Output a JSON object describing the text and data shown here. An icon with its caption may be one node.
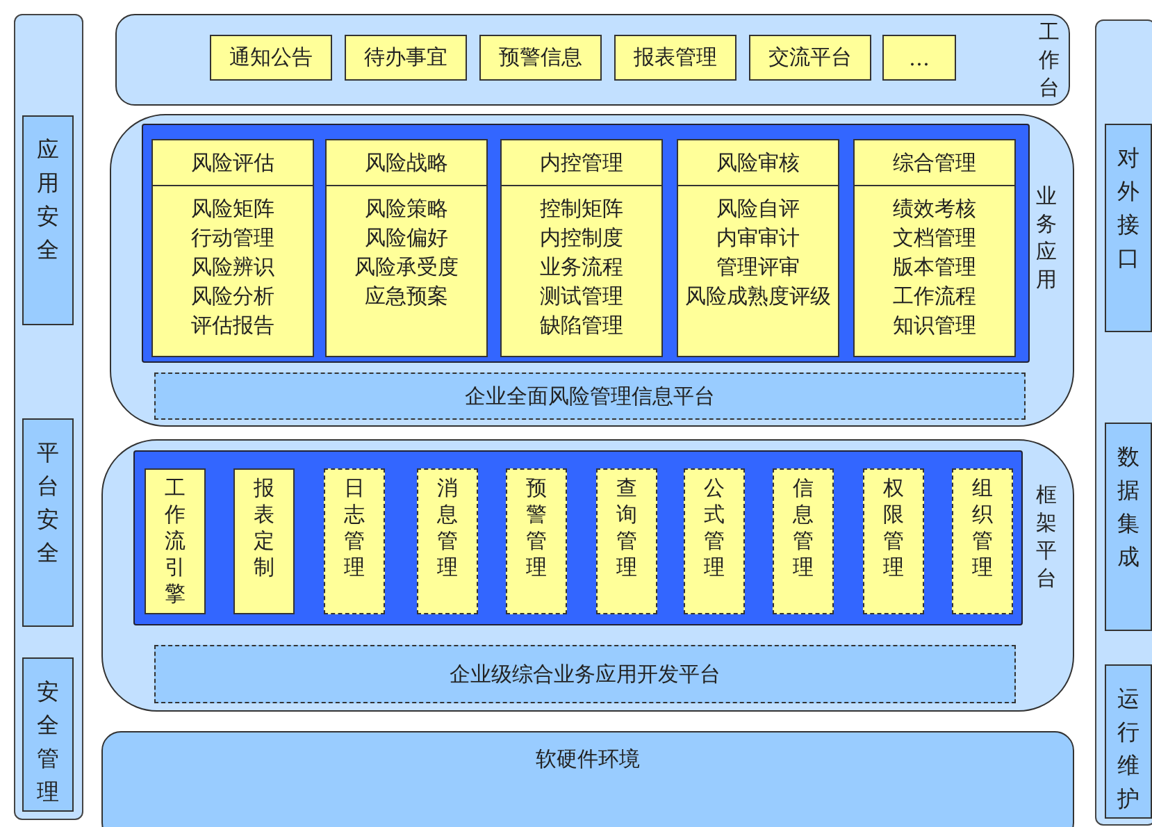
{
  "diagram": {
    "nodes": [
      {
        "text": [],
        "shape": "box"
      },
      {
        "text": [
          "应用安全"
        ],
        "in": 0
      },
      {
        "text": [
          "平台安全"
        ],
        "in": 0
      },
      {
        "text": [
          "安全管理"
        ],
        "in": 0
      },
      {
        "text": [
          "工作台"
        ]
      },
      {
        "text": [
          "通知公告"
        ],
        "in": 4
      },
      {
        "text": [
          "待办事宜"
        ],
        "in": 4
      },
      {
        "text": [
          "预警信息"
        ],
        "in": 4
      },
      {
        "text": [
          "报表管理"
        ],
        "in": 4
      },
      {
        "text": [
          "交流平台"
        ],
        "in": 4
      },
      {
        "text": [
          "…"
        ],
        "in": 4
      },
      {
        "text": [
          "业务应用"
        ]
      },
      {
        "text": [],
        "shape": "box",
        "in": 11
      },
      {
        "text": [
          "风险评估",
          "风险矩阵",
          "行动管理",
          "风险辨识",
          "风险分析",
          "评估报告"
        ],
        "in": 12
      },
      {
        "text": [
          "风险战略",
          "风险策略",
          "风险偏好",
          "风险承受度",
          "应急预案"
        ],
        "in": 12
      },
      {
        "text": [
          "内控管理",
          "控制矩阵",
          "内控制度",
          "业务流程",
          "测试管理",
          "缺陷管理"
        ],
        "in": 12
      },
      {
        "text": [
          "风险审核",
          "风险自评",
          "内审审计",
          "管理评审",
          "风险成熟度评级"
        ],
        "in": 12
      },
      {
        "text": [
          "综合管理",
          "绩效考核",
          "文档管理",
          "版本管理",
          "工作流程",
          "知识管理"
        ],
        "in": 12
      },
      {
        "text": [
          "企业全面风险管理信息平台"
        ],
        "in": 11
      },
      {
        "text": [
          "框架平台"
        ]
      },
      {
        "text": [],
        "shape": "box",
        "in": 19
      },
      {
        "text": [
          "工作流引擎"
        ],
        "in": 20
      },
      {
        "text": [
          "报表定制"
        ],
        "in": 20
      },
      {
        "text": [
          "日志管理"
        ],
        "in": 20
      },
      {
        "text": [
          "消息管理"
        ],
        "in": 20
      },
      {
        "text": [
          "预警管理"
        ],
        "in": 20
      },
      {
        "text": [
          "查询管理"
        ],
        "in": 20
      },
      {
        "text": [
          "公式管理"
        ],
        "in": 20
      },
      {
        "text": [
          "信息管理"
        ],
        "in": 20
      },
      {
        "text": [
          "权限管理"
        ],
        "in": 20
      },
      {
        "text": [
          "组织管理"
        ],
        "in": 20
      },
      {
        "text": [
          "企业级综合业务应用开发平台"
        ],
        "in": 19
      },
      {
        "text": [
          "软硬件环境"
        ]
      },
      {
        "text": [],
        "shape": "box"
      },
      {
        "text": [
          "对外接口"
        ],
        "in": 33
      },
      {
        "text": [
          "数据集成"
        ],
        "in": 33
      },
      {
        "text": [
          "运行维护"
        ],
        "in": 33
      }
    ]
  }
}
